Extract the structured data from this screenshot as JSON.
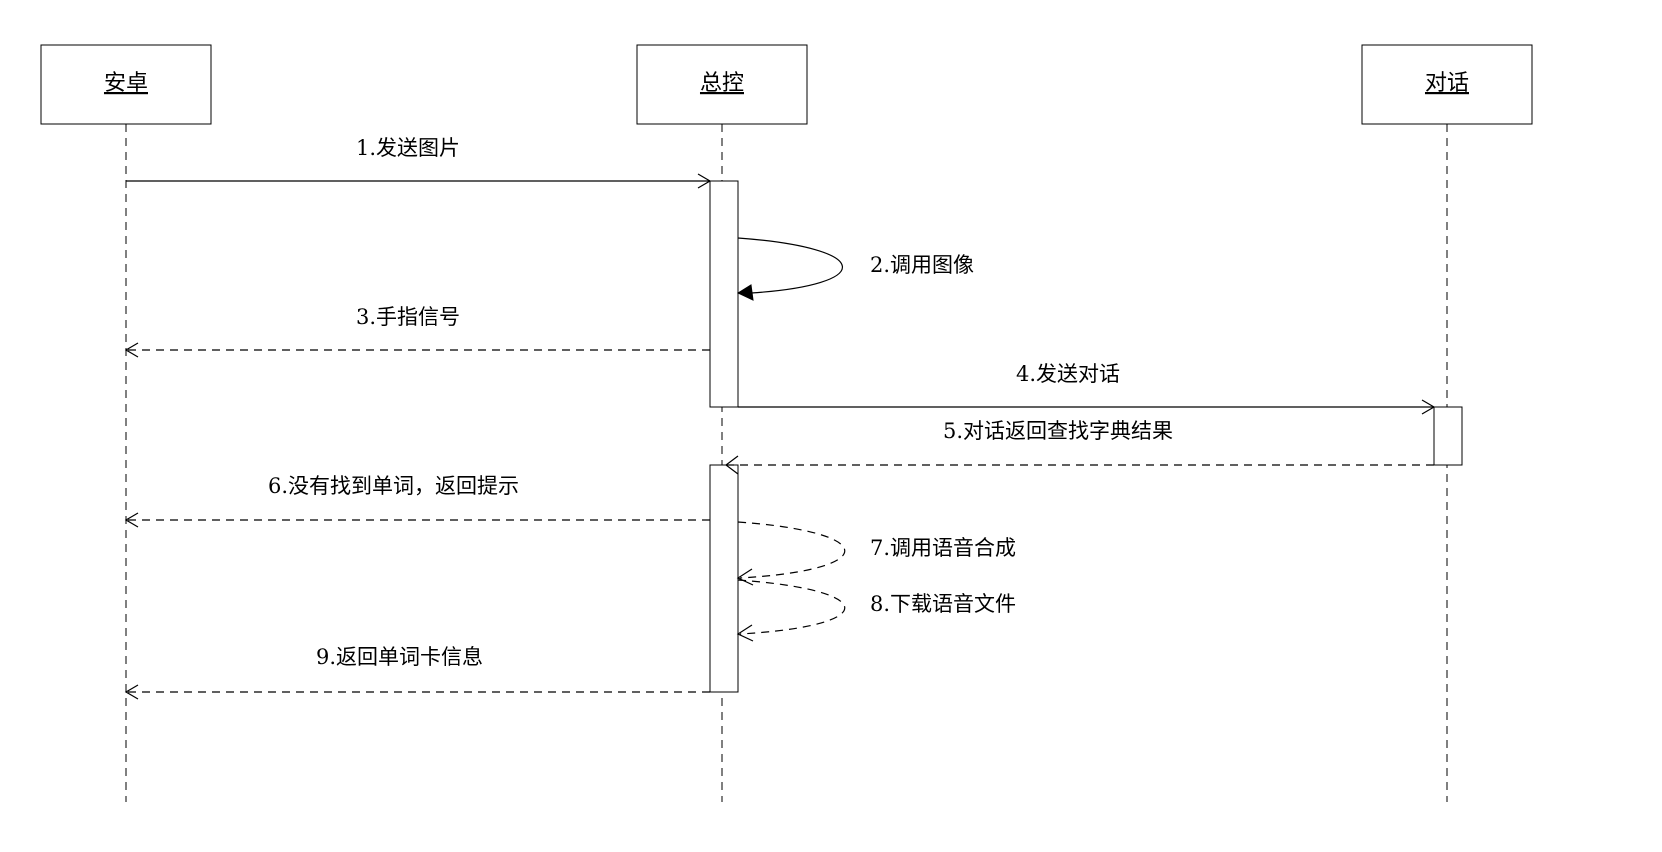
{
  "actors": [
    {
      "id": "android",
      "label": "安卓"
    },
    {
      "id": "control",
      "label": "总控"
    },
    {
      "id": "dialog",
      "label": "对话"
    }
  ],
  "messages": [
    {
      "label": "1.发送图片",
      "from": "android",
      "to": "control",
      "style": "solid",
      "head": "open"
    },
    {
      "label": "2.调用图像",
      "from": "control",
      "to": "control",
      "style": "solid",
      "head": "filled"
    },
    {
      "label": "3.手指信号",
      "from": "control",
      "to": "android",
      "style": "dashed",
      "head": "open"
    },
    {
      "label": "4.发送对话",
      "from": "control",
      "to": "dialog",
      "style": "solid",
      "head": "open"
    },
    {
      "label": "5.对话返回查找字典结果",
      "from": "dialog",
      "to": "control",
      "style": "dashed",
      "head": "open"
    },
    {
      "label": "6.没有找到单词，返回提示",
      "from": "control",
      "to": "android",
      "style": "dashed",
      "head": "open"
    },
    {
      "label": "7.调用语音合成",
      "from": "control",
      "to": "control",
      "style": "dashed",
      "head": "open"
    },
    {
      "label": "8.下载语音文件",
      "from": "control",
      "to": "control",
      "style": "dashed",
      "head": "open"
    },
    {
      "label": "9.返回单词卡信息",
      "from": "control",
      "to": "android",
      "style": "dashed",
      "head": "open"
    }
  ]
}
